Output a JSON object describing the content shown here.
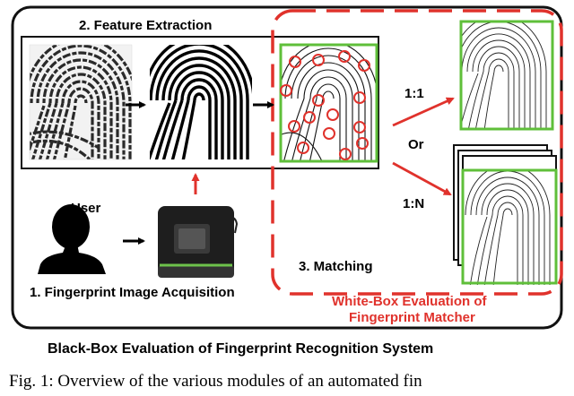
{
  "labels": {
    "feature_extraction": "2. Feature Extraction",
    "matching": "3. Matching",
    "acquisition": "1. Fingerprint Image Acquisition",
    "user": "User",
    "one_to_one": "1:1",
    "or": "Or",
    "one_to_n": "1:N",
    "white_box_line1": "White-Box Evaluation of",
    "white_box_line2": "Fingerprint Matcher",
    "black_box": "Black-Box Evaluation of Fingerprint Recognition System",
    "caption": "Fig. 1: Overview of the various modules of an automated fin"
  },
  "colors": {
    "accent_red": "#e0322c",
    "minutiae_green": "#5fbf3a",
    "border": "#111111"
  },
  "icons": [
    "user-silhouette-icon",
    "fingerprint-scanner-icon",
    "fingerprint-image",
    "arrow-icon",
    "minutia-marker"
  ]
}
